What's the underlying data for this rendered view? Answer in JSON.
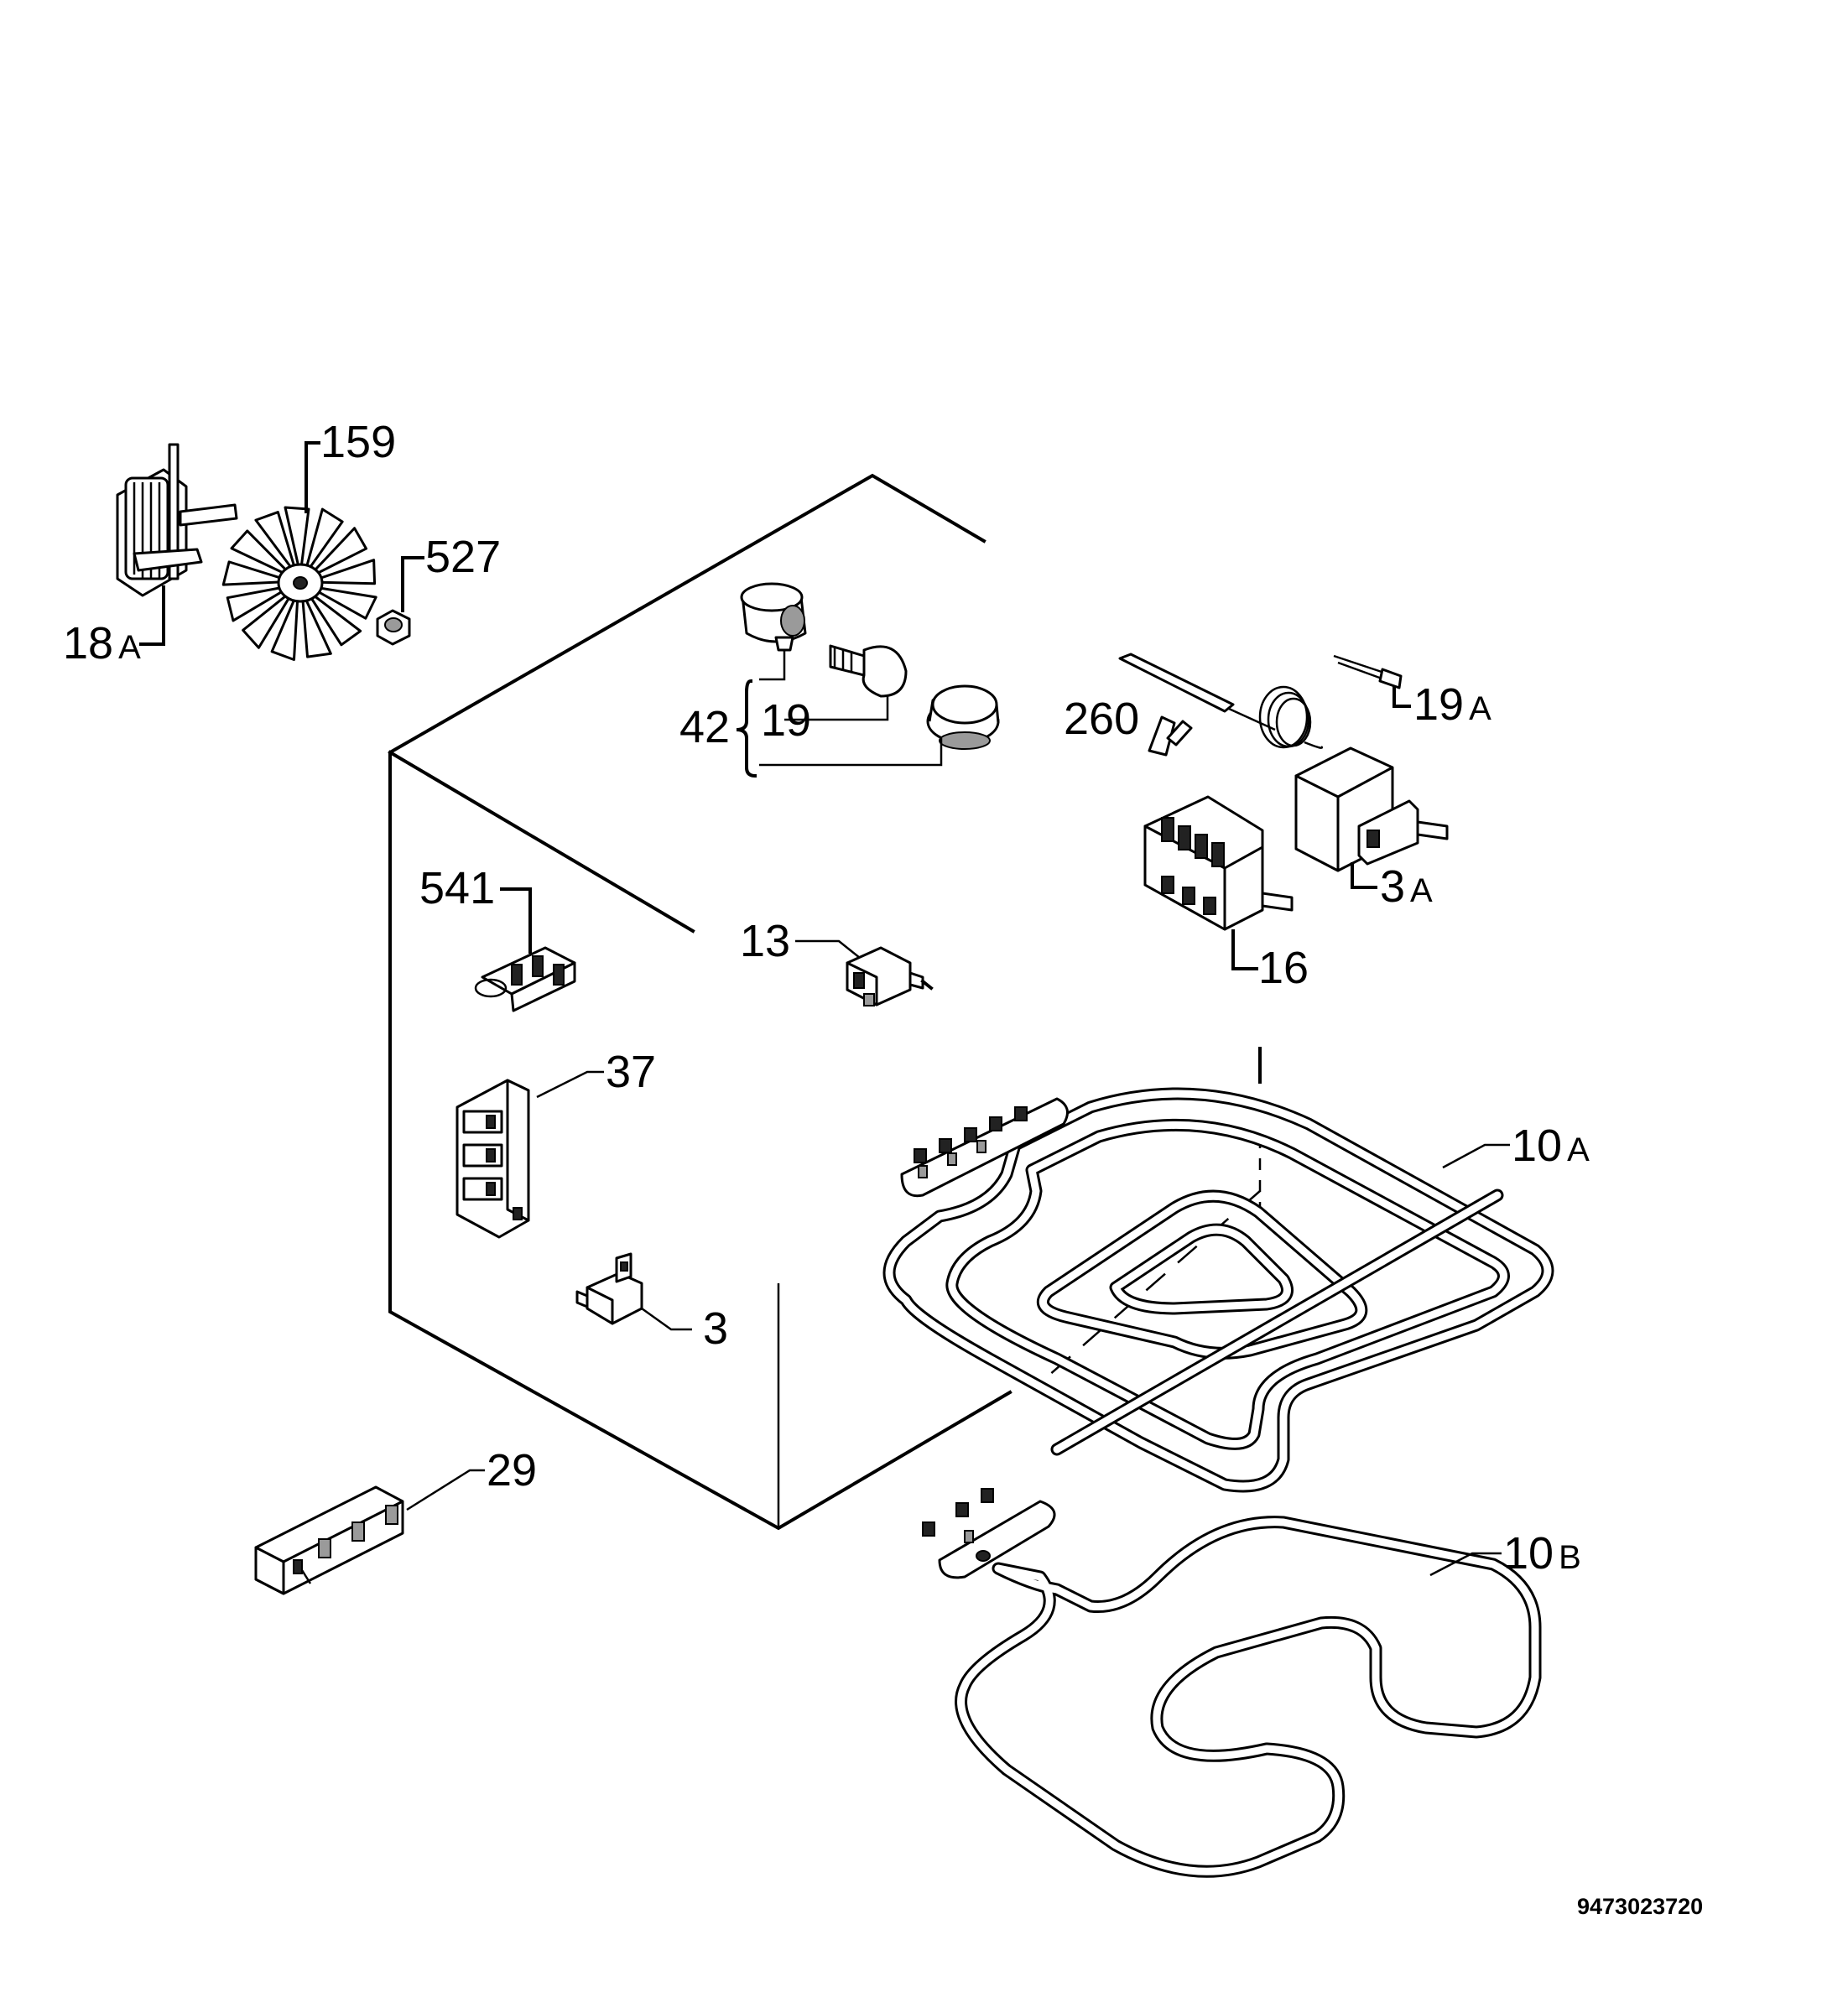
{
  "labels": {
    "p159": "159",
    "p527": "527",
    "p18a_num": "18",
    "p18a_suf": "A",
    "p42": "42",
    "p19": "19",
    "p19a_num": "19",
    "p19a_suf": "A",
    "p260": "260",
    "p3a_num": "3",
    "p3a_suf": "A",
    "p16": "16",
    "p541": "541",
    "p13": "13",
    "p37": "37",
    "p10a_num": "10",
    "p10a_suf": "A",
    "p3": "3",
    "p29": "29",
    "p10b_num": "10",
    "p10b_suf": "B"
  },
  "drawing_code": "9473023720"
}
